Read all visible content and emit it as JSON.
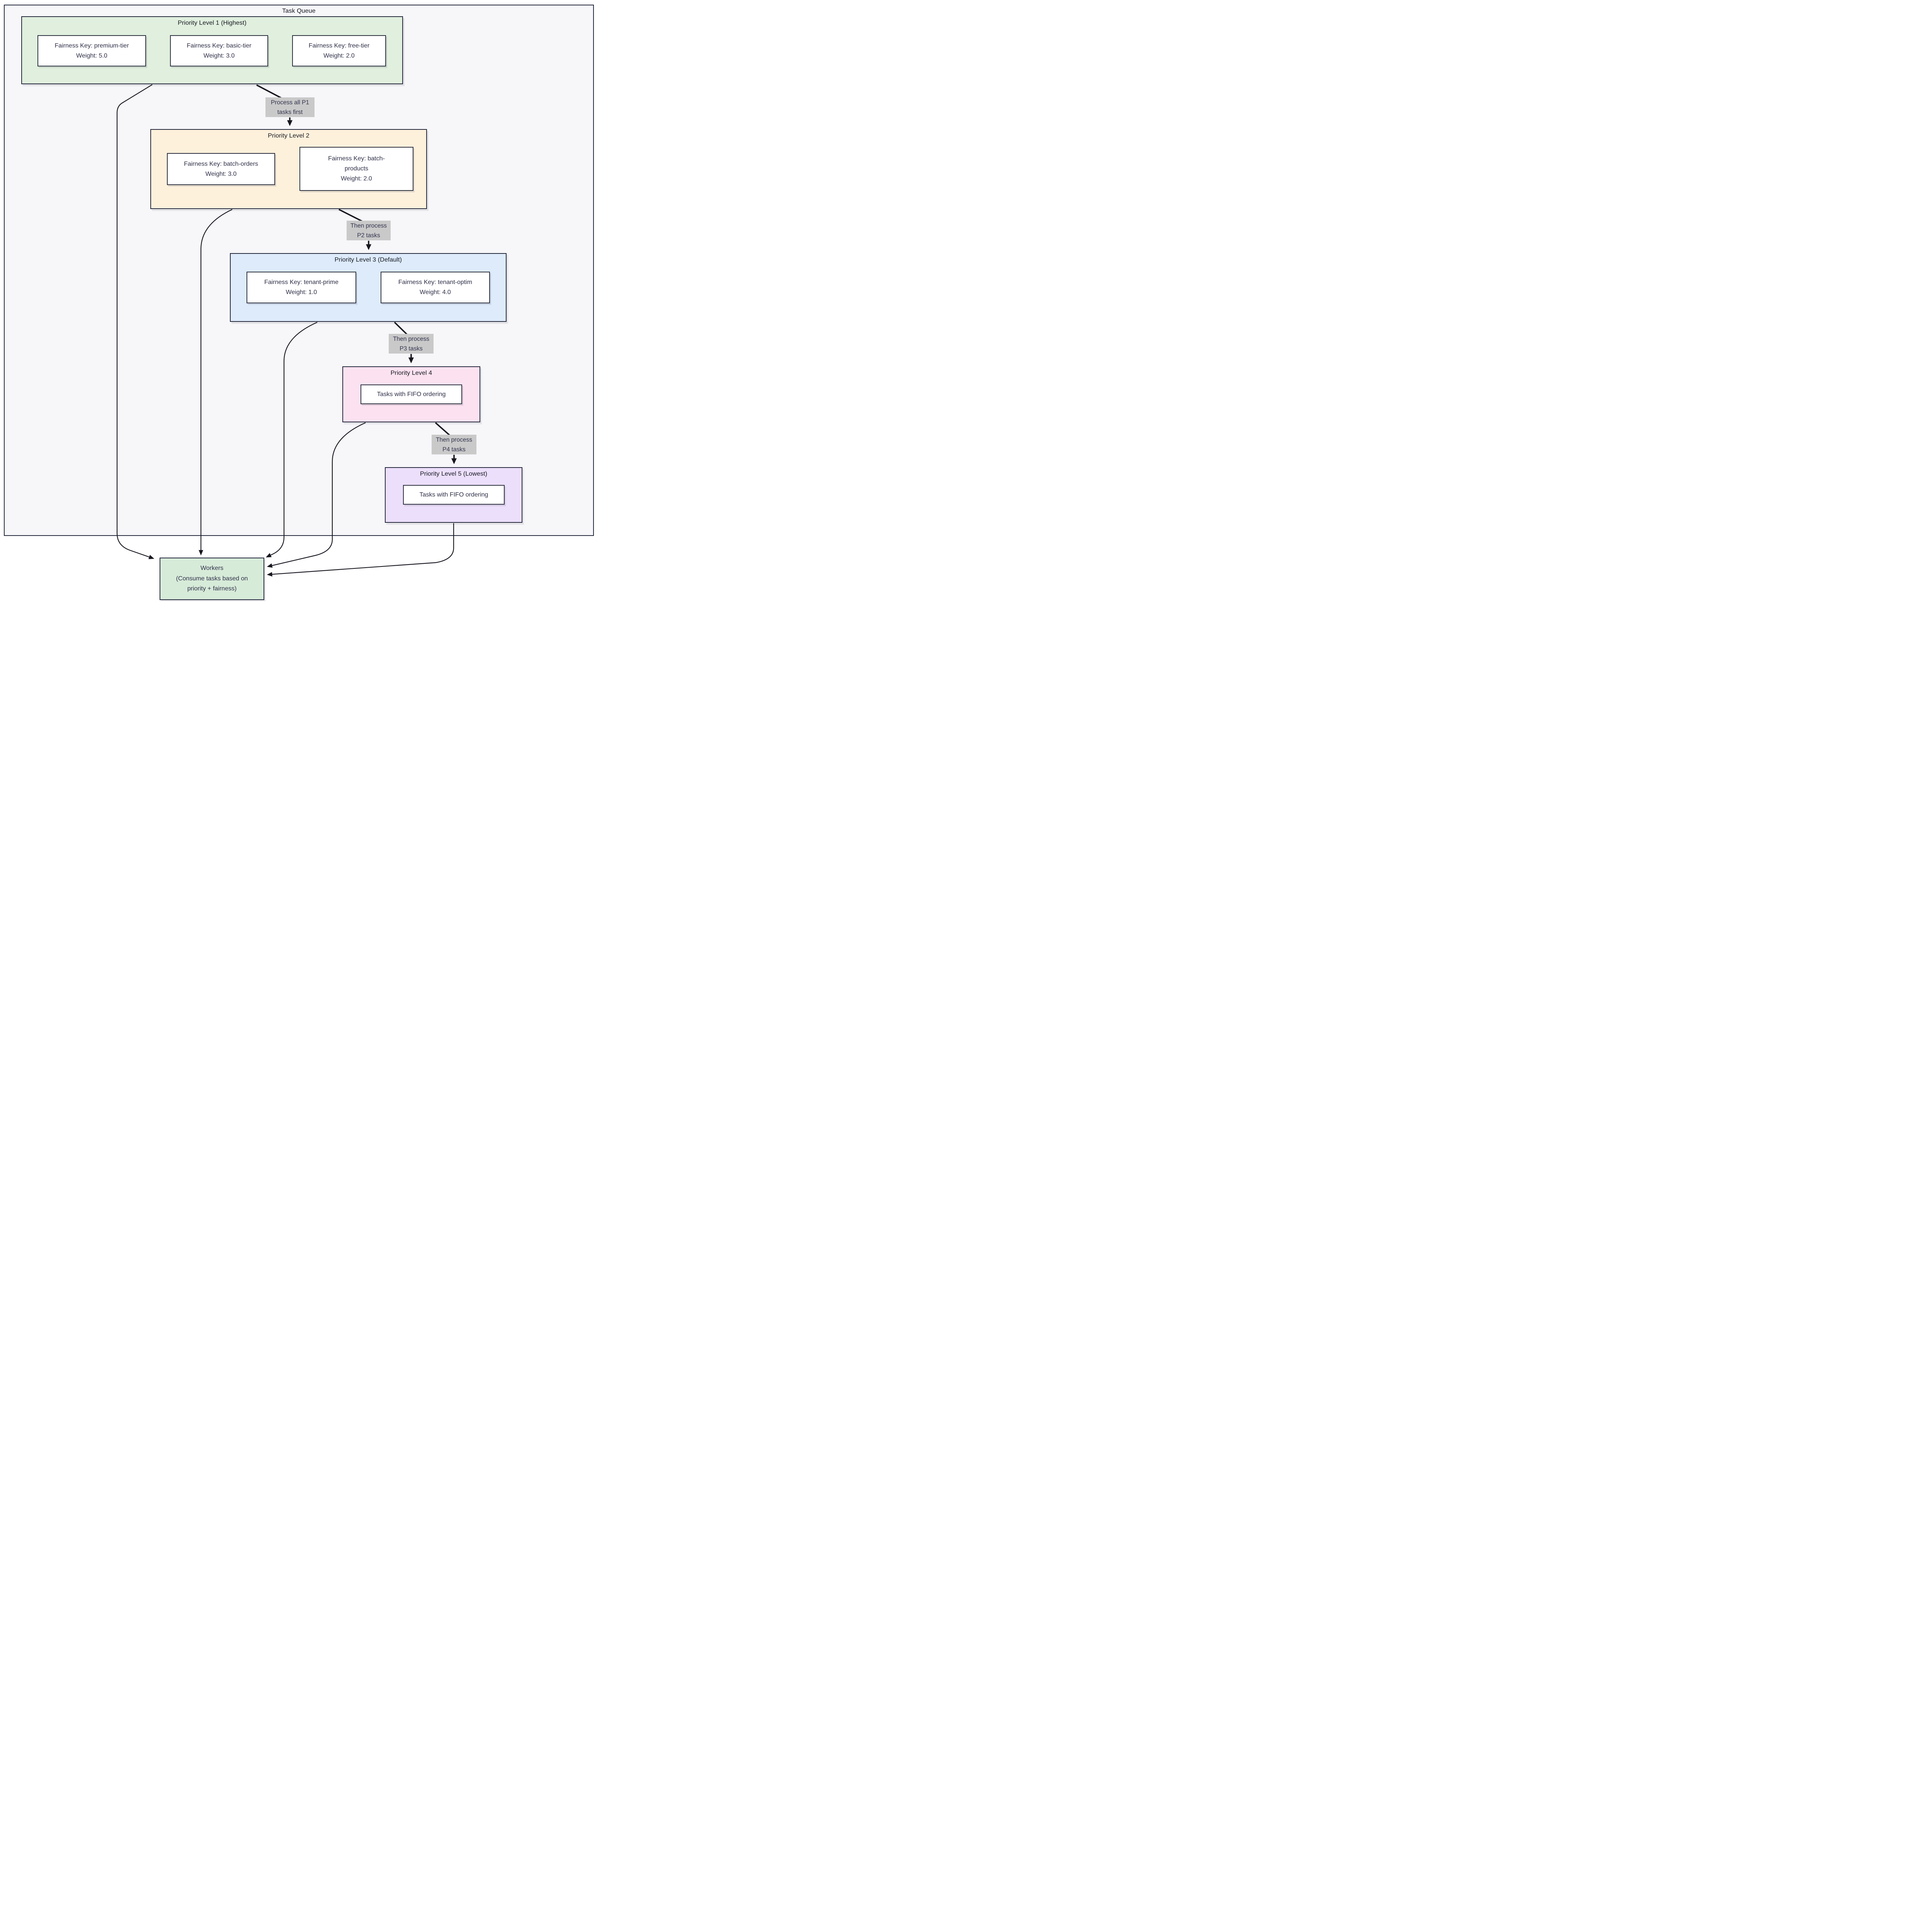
{
  "diagram": {
    "title": "Task Queue",
    "groups": [
      {
        "id": "p1",
        "title": "Priority Level 1 (Highest)",
        "fill": "#e0efde",
        "nodes": [
          {
            "lines": [
              "Fairness Key: premium-tier",
              "Weight: 5.0"
            ]
          },
          {
            "lines": [
              "Fairness Key: basic-tier",
              "Weight: 3.0"
            ]
          },
          {
            "lines": [
              "Fairness Key: free-tier",
              "Weight: 2.0"
            ]
          }
        ]
      },
      {
        "id": "p2",
        "title": "Priority Level 2",
        "fill": "#fdf1dc",
        "nodes": [
          {
            "lines": [
              "Fairness Key: batch-orders",
              "Weight: 3.0"
            ]
          },
          {
            "lines": [
              "Fairness Key: batch-",
              "products",
              "Weight: 2.0"
            ]
          }
        ]
      },
      {
        "id": "p3",
        "title": "Priority Level 3 (Default)",
        "fill": "#ddebfb",
        "nodes": [
          {
            "lines": [
              "Fairness Key: tenant-prime",
              "Weight: 1.0"
            ]
          },
          {
            "lines": [
              "Fairness Key: tenant-optim",
              "Weight: 4.0"
            ]
          }
        ]
      },
      {
        "id": "p4",
        "title": "Priority Level 4",
        "fill": "#fce2f0",
        "nodes": [
          {
            "lines": [
              "Tasks with FIFO ordering"
            ]
          }
        ]
      },
      {
        "id": "p5",
        "title": "Priority Level 5 (Lowest)",
        "fill": "#ecdffb",
        "nodes": [
          {
            "lines": [
              "Tasks with FIFO ordering"
            ]
          }
        ]
      }
    ],
    "edge_labels": [
      {
        "lines": [
          "Process all P1",
          "tasks first"
        ]
      },
      {
        "lines": [
          "Then process",
          "P2 tasks"
        ]
      },
      {
        "lines": [
          "Then process",
          "P3 tasks"
        ]
      },
      {
        "lines": [
          "Then process",
          "P4 tasks"
        ]
      }
    ],
    "workers": {
      "lines": [
        "Workers",
        "(Consume tasks based on",
        "priority + fairness)"
      ],
      "fill": "#d7ebd9"
    },
    "colors": {
      "page_background": "#ffffff",
      "container_fill": "#f7f7fa",
      "border": "#262a3e",
      "node_border": "#2e3240",
      "node_fill": "#ffffff",
      "text": "#2e3048",
      "title_text": "#14161f",
      "edge_label_background": "#c9c9c9",
      "arrow": "#16171e",
      "p1_fill": "#e0efde",
      "p2_fill": "#fdf1dc",
      "p3_fill": "#ddebfb",
      "p4_fill": "#fce2f0",
      "p5_fill": "#ecdffb",
      "workers_fill": "#d7ebd9"
    }
  }
}
